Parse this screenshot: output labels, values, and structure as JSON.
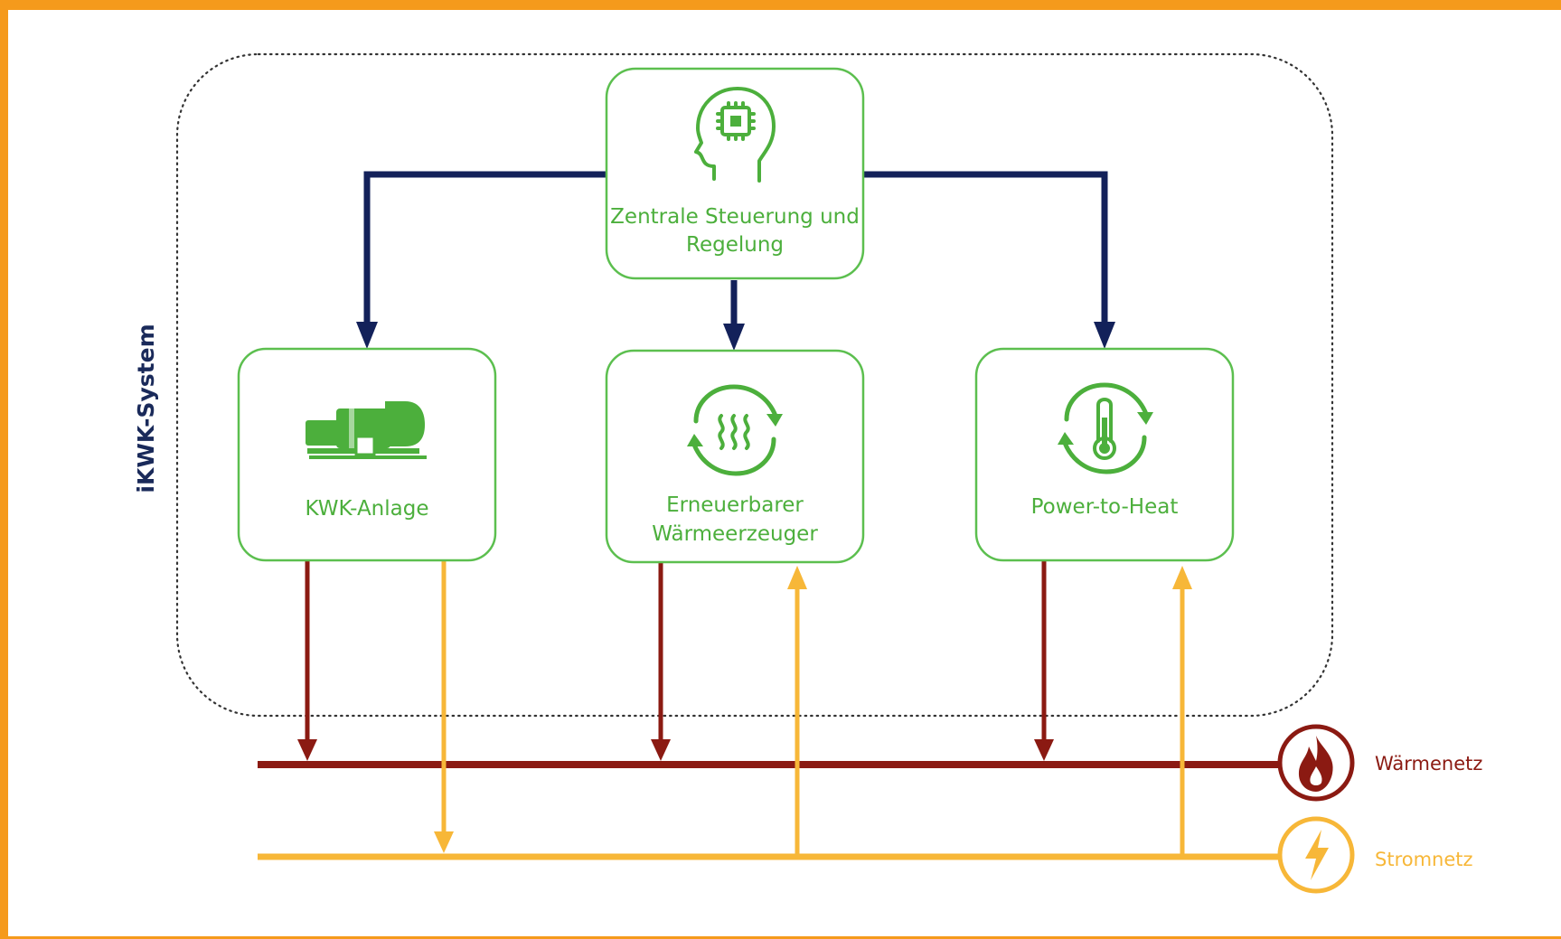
{
  "system": {
    "label": "iKWK-System"
  },
  "controller": {
    "label_line1": "Zentrale Steuerung und",
    "label_line2": "Regelung",
    "icon": "ai-head-chip-icon"
  },
  "units": [
    {
      "id": "kwk",
      "label_line1": "KWK-Anlage",
      "label_line2": "",
      "icon": "chp-engine-icon"
    },
    {
      "id": "renewable",
      "label_line1": "Erneuerbarer",
      "label_line2": "Wärmeerzeuger",
      "icon": "heat-cycle-icon"
    },
    {
      "id": "p2h",
      "label_line1": "Power-to-Heat",
      "label_line2": "",
      "icon": "thermometer-cycle-icon"
    }
  ],
  "grids": {
    "heat": {
      "label": "Wärmenetz",
      "icon": "flame-icon",
      "color": "#8b1a12"
    },
    "power": {
      "label": "Stromnetz",
      "icon": "lightning-icon",
      "color": "#f7b738"
    }
  },
  "colors": {
    "frame": "#f59a1c",
    "control_line": "#13215a",
    "node_border": "#5cbf4f",
    "node_text": "#4caf3c"
  }
}
